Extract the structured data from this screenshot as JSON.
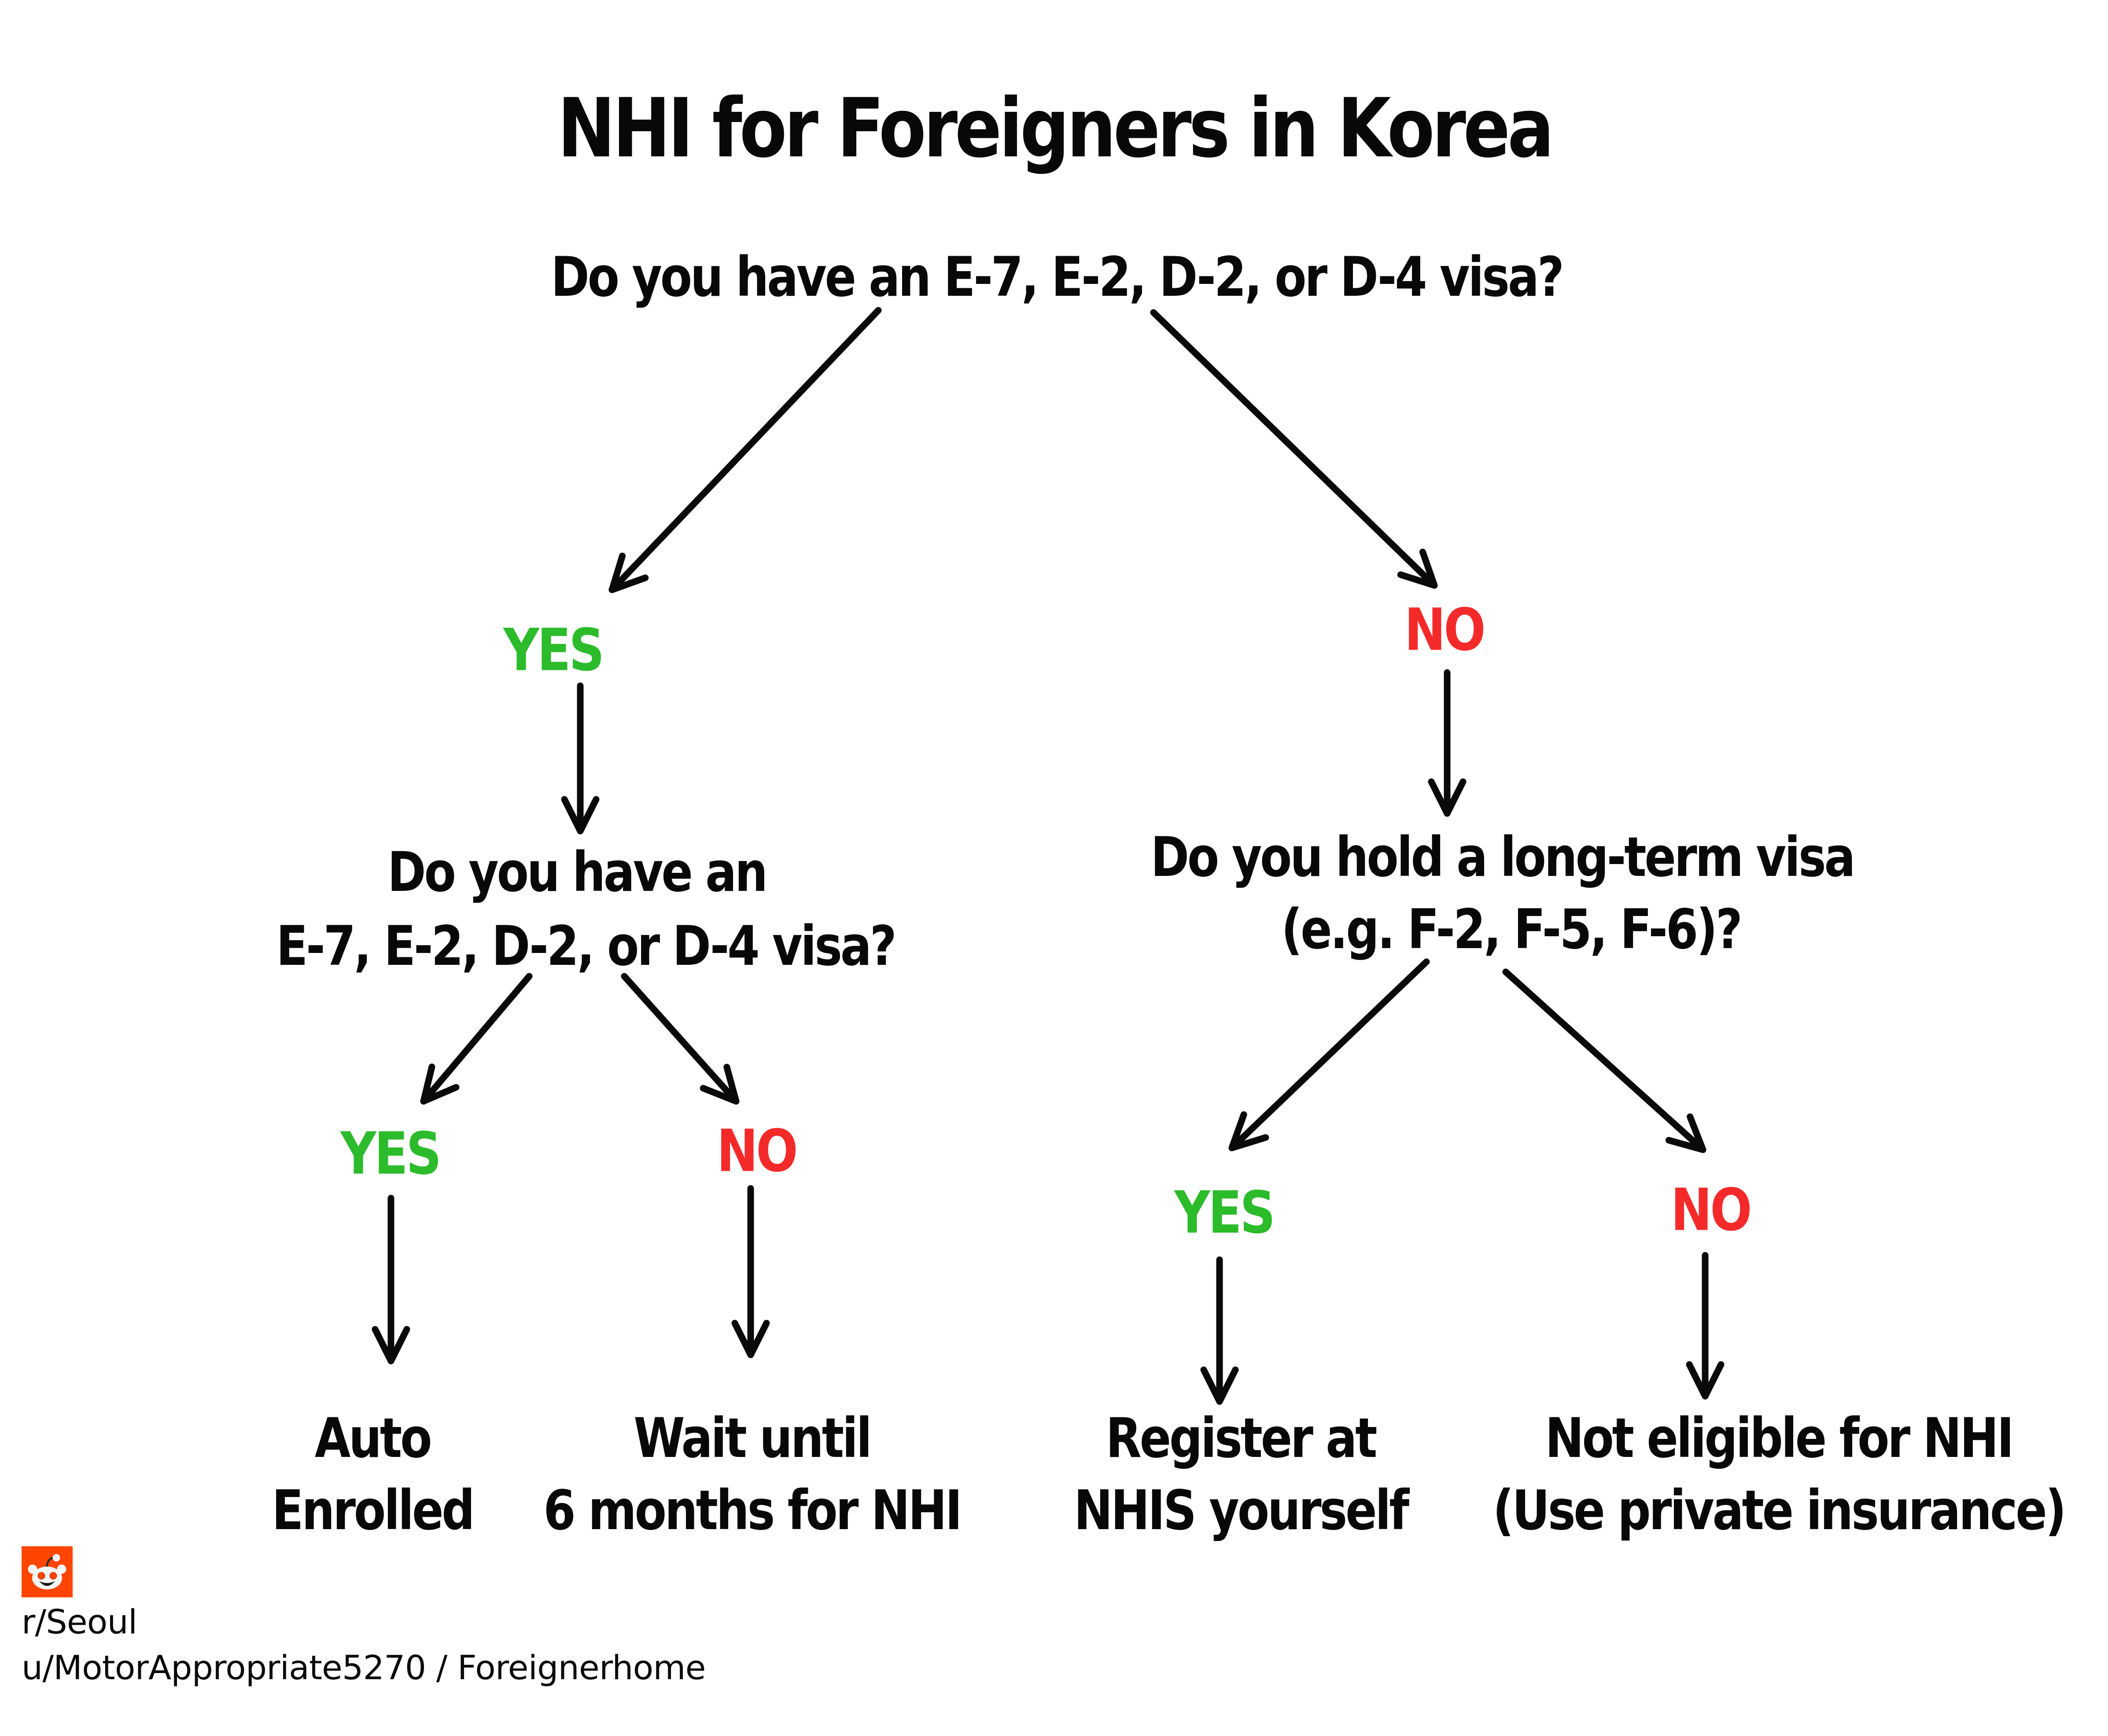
{
  "title": "NHI for Foreigners in Korea",
  "colors": {
    "yes_green": "#2bbb2b",
    "no_red": "#f42a2a",
    "ink": "#080808",
    "reddit_orange": "#ff4500",
    "background": "#ffffff"
  },
  "root": {
    "question": "Do you have an E-7, E-2, D-2, or D-4 visa?",
    "yes_label": "YES",
    "no_label": "NO"
  },
  "left_branch": {
    "question_line1": "Do you have an",
    "question_line2": "E-7, E-2, D-2, or D-4 visa?",
    "yes_label": "YES",
    "no_label": "NO",
    "yes_outcome_line1": "Auto",
    "yes_outcome_line2": "Enrolled",
    "no_outcome_line1": "Wait until",
    "no_outcome_line2": "6 months for NHI"
  },
  "right_branch": {
    "question_line1": "Do you hold a long-term visa",
    "question_line2": "(e.g. F-2, F-5, F-6)?",
    "yes_label": "YES",
    "no_label": "NO",
    "yes_outcome_line1": "Register at",
    "yes_outcome_line2": "NHIS yourself",
    "no_outcome_line1": "Not eligible for NHI",
    "no_outcome_line2": "(Use private insurance)"
  },
  "footer": {
    "reddit_icon": "reddit-snoo-icon",
    "subreddit": "r/Seoul",
    "credit": "u/MotorAppropriate5270 / Foreignerhome"
  }
}
